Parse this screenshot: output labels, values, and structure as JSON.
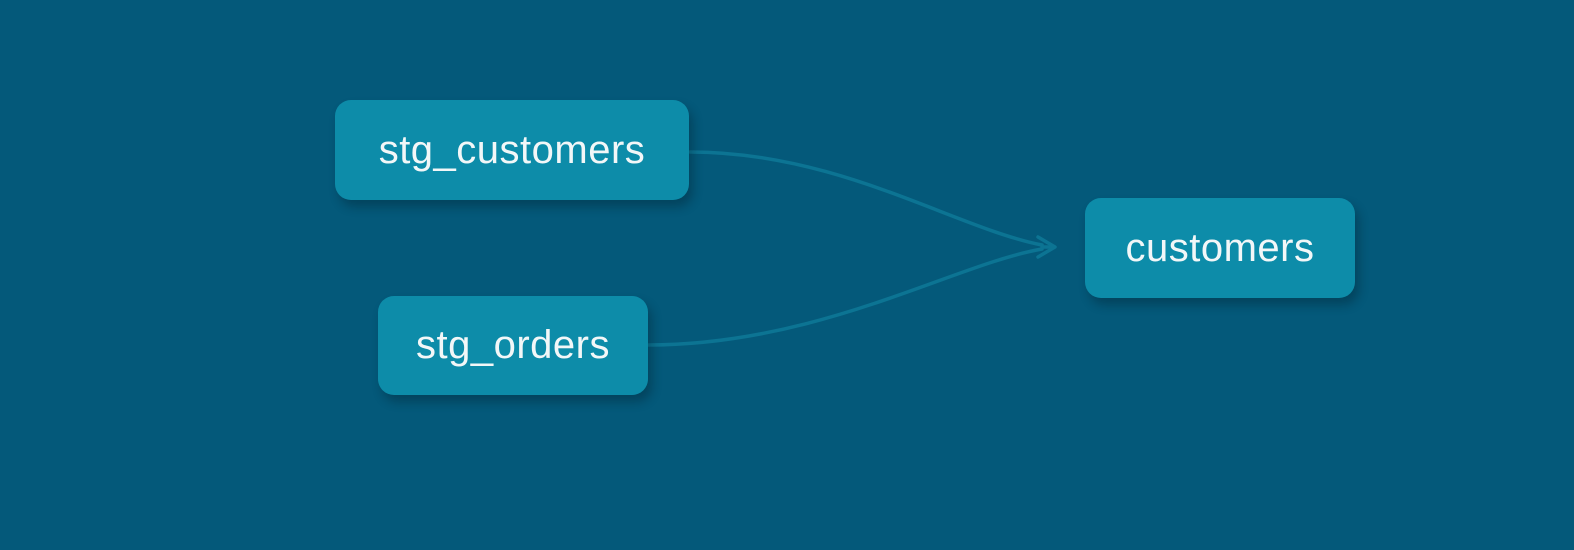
{
  "diagram": {
    "type": "lineage-graph",
    "nodes": [
      {
        "id": "stg_customers",
        "label": "stg_customers"
      },
      {
        "id": "stg_orders",
        "label": "stg_orders"
      },
      {
        "id": "customers",
        "label": "customers"
      }
    ],
    "edges": [
      {
        "from": "stg_customers",
        "to": "customers"
      },
      {
        "from": "stg_orders",
        "to": "customers"
      }
    ],
    "colors": {
      "background": "#04597A",
      "node_fill": "#0D8CA9",
      "edge": "#0C7493",
      "text": "#F2F7F8"
    }
  }
}
